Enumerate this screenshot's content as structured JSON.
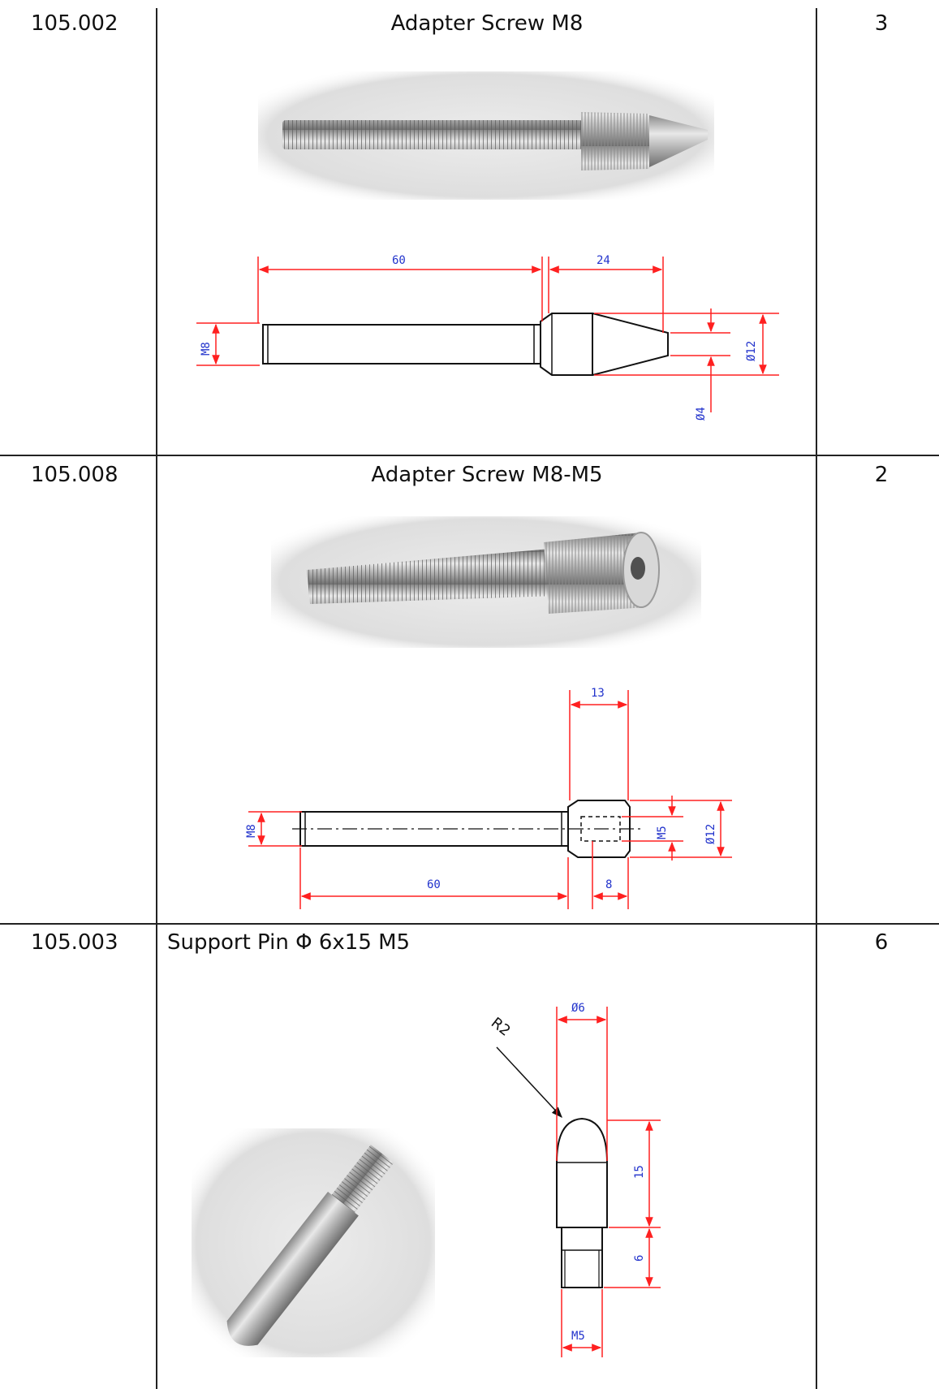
{
  "rows": [
    {
      "code": "105.002",
      "name": "Adapter Screw M8",
      "qty": "3",
      "dimensions": {
        "length": "60",
        "head": "24",
        "thread": "M8",
        "diameter": "Ø12",
        "tip": "Ø4"
      }
    },
    {
      "code": "105.008",
      "name": "Adapter Screw M8-M5",
      "qty": "2",
      "dimensions": {
        "head": "13",
        "thread": "M8",
        "inner_thread": "M5",
        "diameter": "Ø12",
        "length": "60",
        "depth": "8"
      }
    },
    {
      "code": "105.003",
      "name": "Support Pin Φ 6x15 M5",
      "qty": "6",
      "dimensions": {
        "diameter": "Ø6",
        "radius": "R2",
        "length": "15",
        "thread_length": "6",
        "thread": "M5"
      }
    }
  ],
  "colors": {
    "dimension_line": "#ff2020",
    "dimension_text": "#2233cc",
    "outline": "#111111"
  }
}
